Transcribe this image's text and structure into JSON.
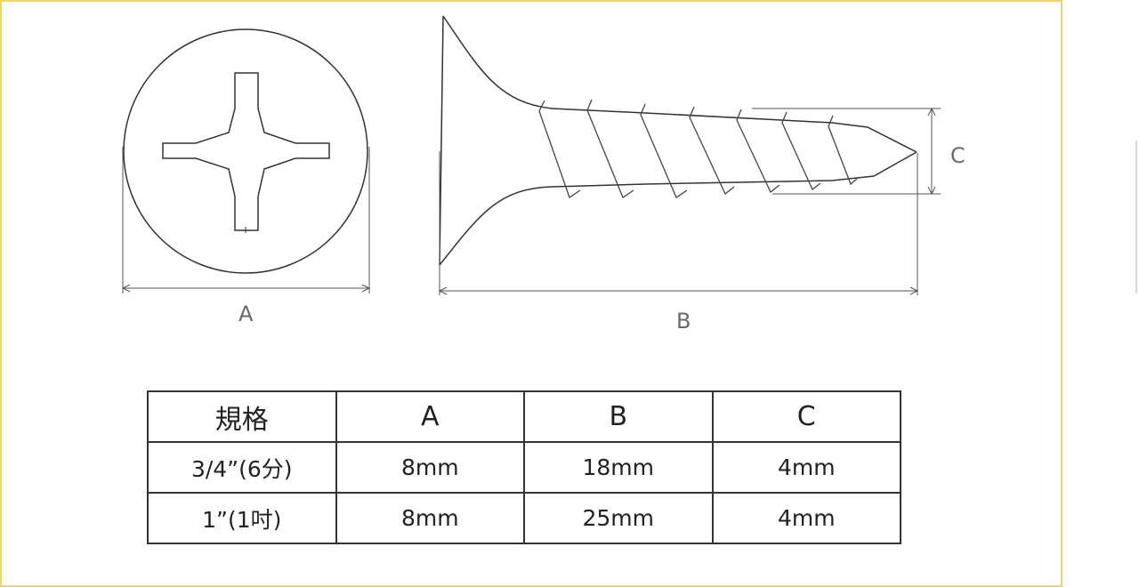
{
  "dimension_labels": {
    "a": "A",
    "b": "B",
    "c": "C"
  },
  "table": {
    "headers": [
      "規格",
      "A",
      "B",
      "C"
    ],
    "rows": [
      [
        "3/4”(6分)",
        "8mm",
        "18mm",
        "4mm"
      ],
      [
        "1”(1吋)",
        "8mm",
        "25mm",
        "4mm"
      ]
    ]
  },
  "colors": {
    "frame_border": "#f2d56a",
    "line": "#333333",
    "dimension_text": "#6a6a6a"
  }
}
